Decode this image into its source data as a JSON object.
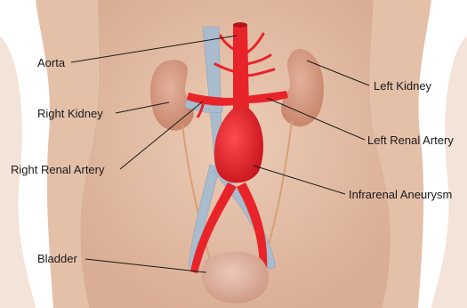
{
  "labels": {
    "aorta": "Aorta",
    "right_kidney": "Right Kidney",
    "right_renal_artery": "Right Renal Artery",
    "bladder": "Bladder",
    "left_kidney": "Left Kidney",
    "left_renal_artery": "Left Renal Artery",
    "infrarenal_aneurysm": "Infrarenal Aneurysm"
  },
  "colors": {
    "skin": "#e6c3ac",
    "skin_shadow": "#d6a98e",
    "background_silhouette": "#f1ddd0",
    "artery": "#e8242a",
    "artery_dark": "#b8151b",
    "vein": "#9fb4c8",
    "kidney": "#d9a088",
    "bladder": "#e0b4a2",
    "leader_line": "#1a1a1a"
  }
}
